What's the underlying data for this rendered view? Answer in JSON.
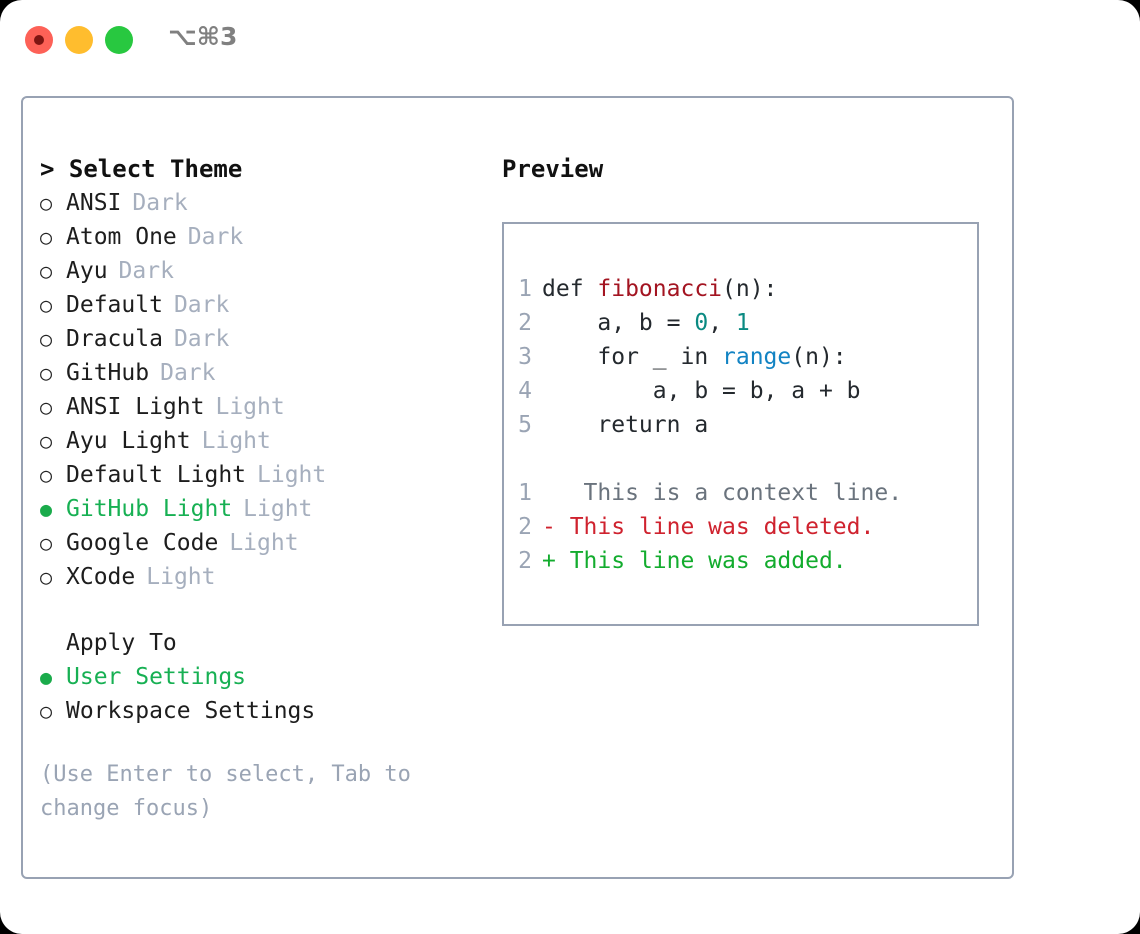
{
  "titlebar": {
    "shortcut": "⌥⌘3",
    "buttons": [
      "close",
      "minimize",
      "zoom"
    ]
  },
  "left": {
    "header": "> Select Theme",
    "themes": [
      {
        "marker": "○",
        "name": "ANSI",
        "tag": "Dark",
        "selected": false
      },
      {
        "marker": "○",
        "name": "Atom One",
        "tag": "Dark",
        "selected": false
      },
      {
        "marker": "○",
        "name": "Ayu",
        "tag": "Dark",
        "selected": false
      },
      {
        "marker": "○",
        "name": "Default",
        "tag": "Dark",
        "selected": false
      },
      {
        "marker": "○",
        "name": "Dracula",
        "tag": "Dark",
        "selected": false
      },
      {
        "marker": "○",
        "name": "GitHub",
        "tag": "Dark",
        "selected": false
      },
      {
        "marker": "○",
        "name": "ANSI Light",
        "tag": "Light",
        "selected": false
      },
      {
        "marker": "○",
        "name": "Ayu Light",
        "tag": "Light",
        "selected": false
      },
      {
        "marker": "○",
        "name": "Default Light",
        "tag": "Light",
        "selected": false
      },
      {
        "marker": "●",
        "name": "GitHub Light",
        "tag": "Light",
        "selected": true
      },
      {
        "marker": "○",
        "name": "Google Code",
        "tag": "Light",
        "selected": false
      },
      {
        "marker": "○",
        "name": "XCode",
        "tag": "Light",
        "selected": false
      }
    ],
    "apply_to_label": "Apply To",
    "apply_to_options": [
      {
        "marker": "●",
        "name": "User Settings",
        "selected": true
      },
      {
        "marker": "○",
        "name": "Workspace Settings",
        "selected": false
      }
    ],
    "hint": "(Use Enter to select, Tab to change focus)"
  },
  "right": {
    "header": "Preview",
    "code_lines": [
      {
        "no": "1",
        "indent": "",
        "parts": [
          {
            "t": "def ",
            "c": "plain"
          },
          {
            "t": "fibonacci",
            "c": "fn"
          },
          {
            "t": "(n):",
            "c": "plain"
          }
        ]
      },
      {
        "no": "2",
        "indent": "",
        "parts": [
          {
            "t": "    a, b = ",
            "c": "plain"
          },
          {
            "t": "0",
            "c": "num"
          },
          {
            "t": ", ",
            "c": "plain"
          },
          {
            "t": "1",
            "c": "num"
          }
        ]
      },
      {
        "no": "3",
        "indent": "",
        "parts": [
          {
            "t": "    for _ in ",
            "c": "plain"
          },
          {
            "t": "range",
            "c": "call"
          },
          {
            "t": "(n):",
            "c": "plain"
          }
        ]
      },
      {
        "no": "4",
        "indent": "",
        "parts": [
          {
            "t": "        a, b = b, a + b",
            "c": "plain"
          }
        ]
      },
      {
        "no": "5",
        "indent": "",
        "parts": [
          {
            "t": "    return a",
            "c": "plain"
          }
        ]
      }
    ],
    "diff_lines": [
      {
        "no": "1",
        "sign": " ",
        "text": "  This is a context line.",
        "kind": "context"
      },
      {
        "no": "2",
        "sign": "-",
        "text": " This line was deleted.",
        "kind": "del"
      },
      {
        "no": "2",
        "sign": "+",
        "text": " This line was added.",
        "kind": "add"
      }
    ]
  },
  "colors": {
    "accent_green": "#17b053",
    "border": "#98a2b3",
    "muted": "#a6afbe",
    "hint": "#9aa4b4",
    "code_fn": "#a31421",
    "code_num": "#0a8a82",
    "code_call": "#1283c3",
    "diff_del": "#cf222e",
    "diff_add": "#13ac2e",
    "traffic_red": "#fd6157",
    "traffic_amber": "#ffbd2e",
    "traffic_green": "#28c840"
  }
}
